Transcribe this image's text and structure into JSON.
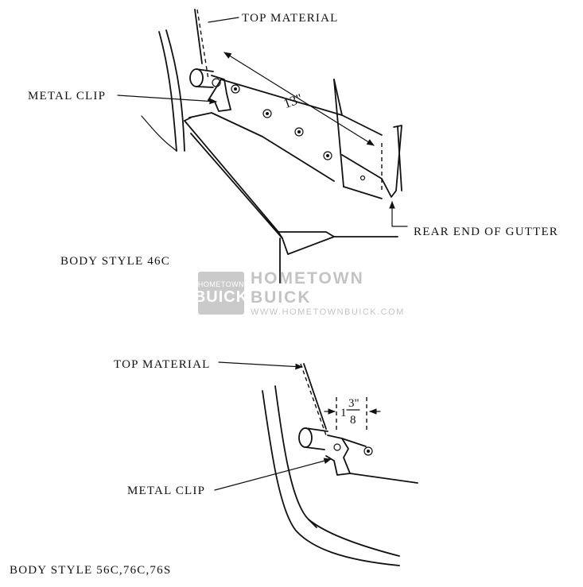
{
  "diagram_top": {
    "label_top_material": "TOP MATERIAL",
    "label_metal_clip": "METAL CLIP",
    "dimension": "13\"",
    "label_rear_end": "REAR END OF GUTTER",
    "caption": "BODY STYLE 46C"
  },
  "diagram_bottom": {
    "label_top_material": "TOP MATERIAL",
    "label_metal_clip": "METAL CLIP",
    "dimension_whole": "1",
    "dimension_num": "3\"",
    "dimension_den": "8",
    "caption": "BODY STYLE  56C,76C,76S"
  },
  "watermark": {
    "badge_top": "HOMETOWN",
    "badge_bottom": "BUICK",
    "title": "HOMETOWN BUICK",
    "url": "WWW.HOMETOWNBUICK.COM"
  }
}
